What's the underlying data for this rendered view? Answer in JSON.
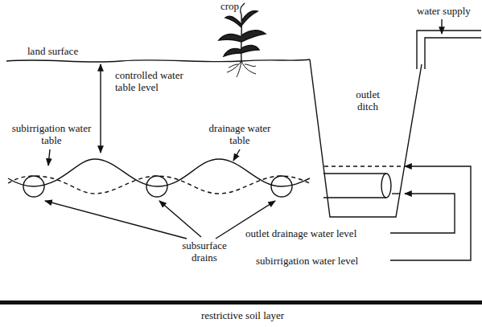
{
  "diagram": {
    "labels": [
      "crop",
      "water supply",
      "land surface",
      "controlled water table level",
      "subirrigation water table",
      "drainage water table",
      "outlet ditch",
      "subsurface drains",
      "outlet drainage water level",
      "subirrigation water level",
      "restrictive soil layer"
    ]
  }
}
